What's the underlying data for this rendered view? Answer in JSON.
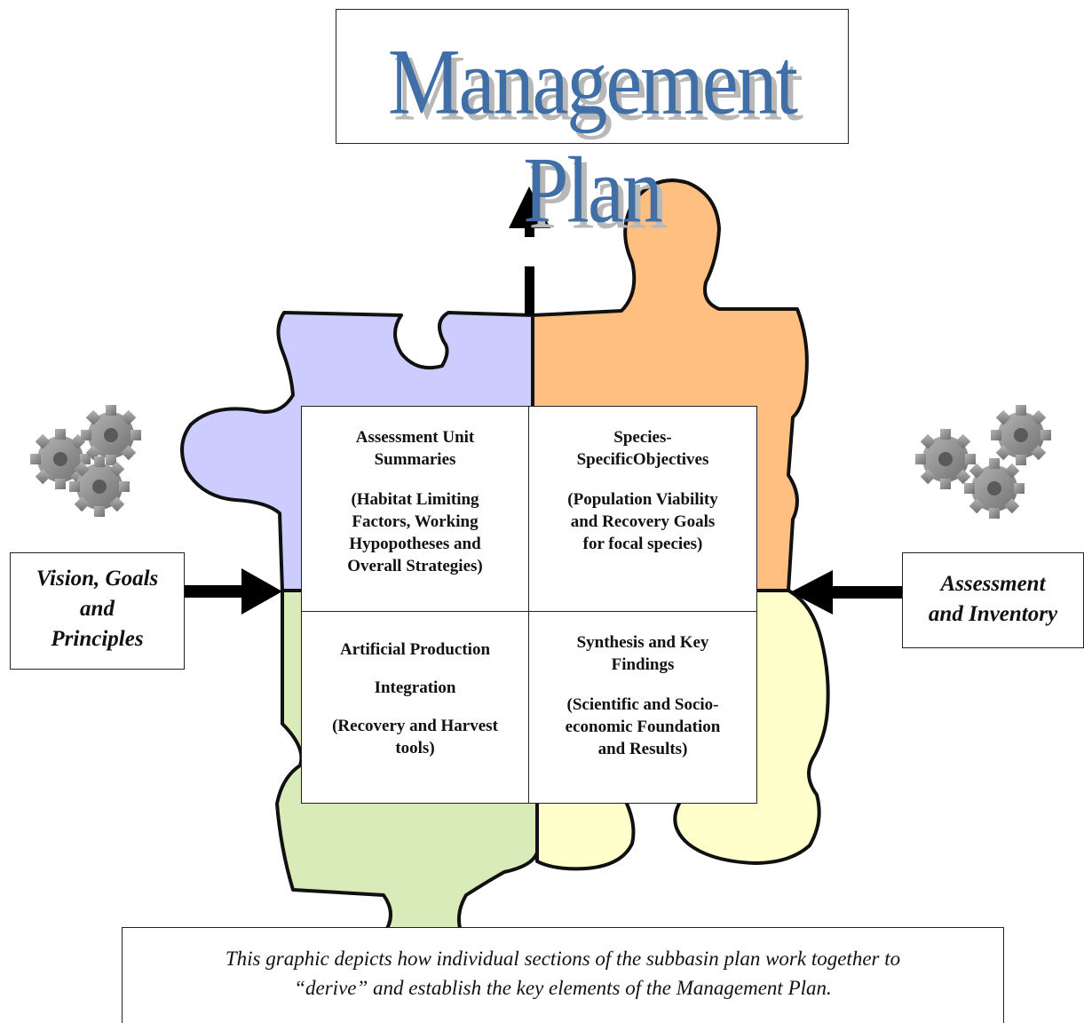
{
  "title": "Management Plan",
  "left_input": {
    "line1": "Vision, Goals",
    "line2": "and",
    "line3": "Principles"
  },
  "right_input": {
    "line1": "Assessment",
    "line2": "and Inventory"
  },
  "pieces": {
    "top_left": {
      "heading_1": "Assessment Unit",
      "heading_2": "Summaries",
      "detail_1": "(Habitat Limiting",
      "detail_2": "Factors, Working",
      "detail_3": "Hypopotheses and",
      "detail_4": "Overall Strategies)"
    },
    "top_right": {
      "heading_1": "Species-",
      "heading_2": "SpecificObjectives",
      "detail_1": "(Population Viability",
      "detail_2": "and Recovery Goals",
      "detail_3": "for focal species)"
    },
    "bottom_left": {
      "heading_1": "Artificial Production",
      "heading_2": "Integration",
      "detail_1": "(Recovery and Harvest",
      "detail_2": "tools)"
    },
    "bottom_right": {
      "heading_1": "Synthesis and Key",
      "heading_2": "Findings",
      "detail_1": "(Scientific and Socio-",
      "detail_2": "economic Foundation",
      "detail_3": "and Results)"
    }
  },
  "caption": {
    "line1": "This graphic depicts how individual sections of the subbasin plan work together to",
    "line2": "“derive” and establish the key elements of the Management Plan."
  },
  "colors": {
    "blue_piece": "#ccccff",
    "orange_piece": "#ffbf80",
    "green_piece": "#d9ebb8",
    "yellow_piece": "#ffffcc",
    "title": "#3f6fa6",
    "gear": "#8f8f8f"
  }
}
